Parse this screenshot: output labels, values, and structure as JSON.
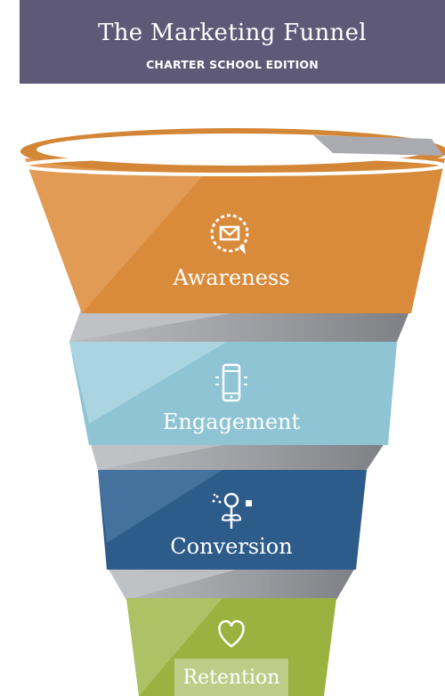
{
  "header": {
    "title": "The Marketing Funnel",
    "subtitle": "CHARTER SCHOOL EDITION"
  },
  "stages": [
    {
      "label": "Awareness",
      "icon": "envelope-chat-icon",
      "color": "#d98b3b"
    },
    {
      "label": "Engagement",
      "icon": "smartphone-icon",
      "color": "#8ec4d4"
    },
    {
      "label": "Conversion",
      "icon": "sprout-icon",
      "color": "#2d5b8a"
    },
    {
      "label": "Retention",
      "icon": "heart-icon",
      "color": "#9bb140"
    }
  ],
  "colors": {
    "header_bg": "#5e5977",
    "connector_gray": "#a7a9ae",
    "connector_dark": "#8b8d92"
  }
}
